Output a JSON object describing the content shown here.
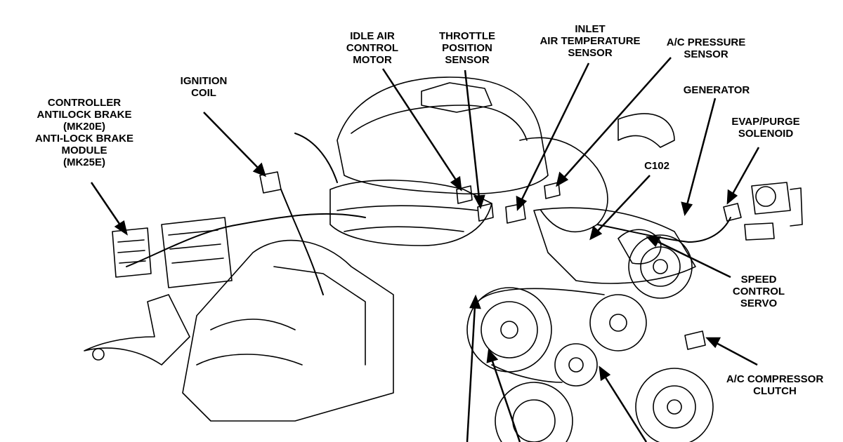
{
  "diagram": {
    "labels": {
      "controller_abs": [
        "CONTROLLER",
        "ANTILOCK BRAKE",
        "(MK20E)",
        "ANTI-LOCK BRAKE",
        "MODULE",
        "(MK25E)"
      ],
      "ignition_coil": [
        "IGNITION",
        "COIL"
      ],
      "idle_air_control_motor": [
        "IDLE AIR",
        "CONTROL",
        "MOTOR"
      ],
      "throttle_position_sensor": [
        "THROTTLE",
        "POSITION",
        "SENSOR"
      ],
      "inlet_air_temperature_sensor": [
        "INLET",
        "AIR TEMPERATURE",
        "SENSOR"
      ],
      "ac_pressure_sensor": [
        "A/C PRESSURE",
        "SENSOR"
      ],
      "generator": [
        "GENERATOR"
      ],
      "evap_purge_solenoid": [
        "EVAP/PURGE",
        "SOLENOID"
      ],
      "c102": [
        "C102"
      ],
      "speed_control_servo": [
        "SPEED",
        "CONTROL",
        "SERVO"
      ],
      "ac_compressor_clutch": [
        "A/C COMPRESSOR",
        "CLUTCH"
      ]
    }
  }
}
